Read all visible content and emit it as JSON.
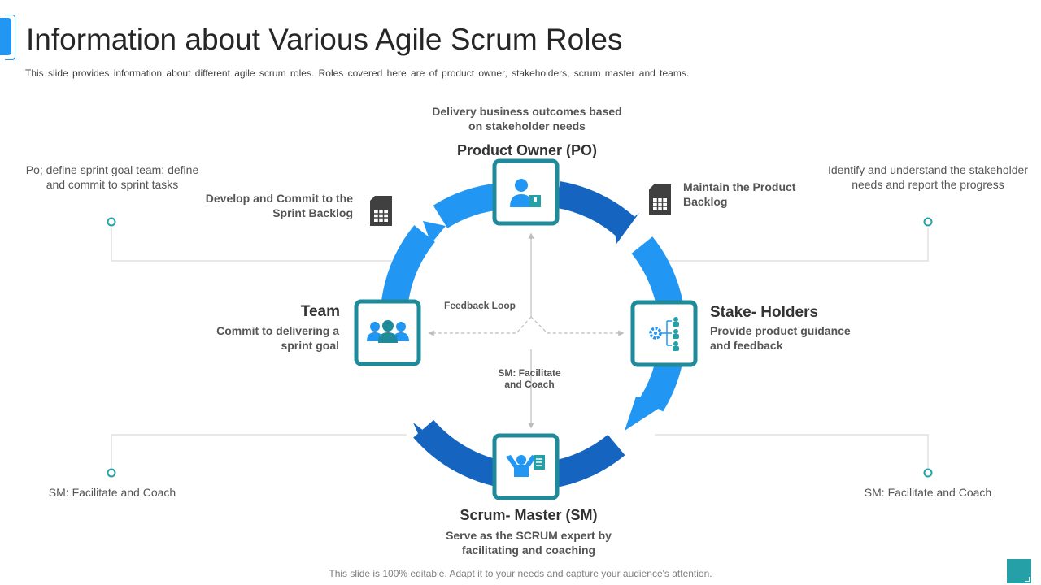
{
  "header": {
    "title": "Information about Various Agile Scrum Roles",
    "subtitle": "This slide provides information about different agile scrum roles. Roles covered here are of product owner, stakeholders, scrum master and teams."
  },
  "roles": {
    "product_owner": {
      "title": "Product Owner (PO)",
      "desc_line1": "Delivery business outcomes based",
      "desc_line2": "on stakeholder needs",
      "icon": "user-with-badge-icon"
    },
    "stakeholders": {
      "title": "Stake- Holders",
      "desc_line1": "Provide product guidance",
      "desc_line2": "and feedback",
      "icon": "gear-hierarchy-icon"
    },
    "scrum_master": {
      "title": "Scrum- Master (SM)",
      "desc_line1": "Serve as the SCRUM expert by",
      "desc_line2": "facilitating and coaching",
      "icon": "presenter-board-icon"
    },
    "team": {
      "title": "Team",
      "desc_line1": "Commit to delivering a",
      "desc_line2": "sprint goal",
      "icon": "group-people-icon"
    }
  },
  "notes": {
    "top_left_line1": "Po; define sprint goal team: define",
    "top_left_line2": "and commit to sprint tasks",
    "top_right_line1": "Identify and understand the stakeholder",
    "top_right_line2": "needs and report the progress",
    "bottom_left": "SM: Facilitate and Coach",
    "bottom_right": "SM: Facilitate and Coach"
  },
  "backlogs": {
    "sprint_line1": "Develop and Commit to the",
    "sprint_line2": "Sprint Backlog",
    "product_line1": "Maintain the Product",
    "product_line2": "Backlog",
    "icon": "sd-card-icon"
  },
  "center": {
    "feedback_loop": "Feedback Loop",
    "sm_line1": "SM: Facilitate",
    "sm_line2": "and Coach"
  },
  "footer": "This slide is 100% editable. Adapt it to your needs and capture your audience's attention.",
  "colors": {
    "accent": "#2196f3",
    "ring_light": "#2196f3",
    "ring_dark": "#1565c0",
    "icon_box_border": "#1f8a99",
    "teal": "#26a0a7",
    "connector": "#d0d0d0"
  }
}
